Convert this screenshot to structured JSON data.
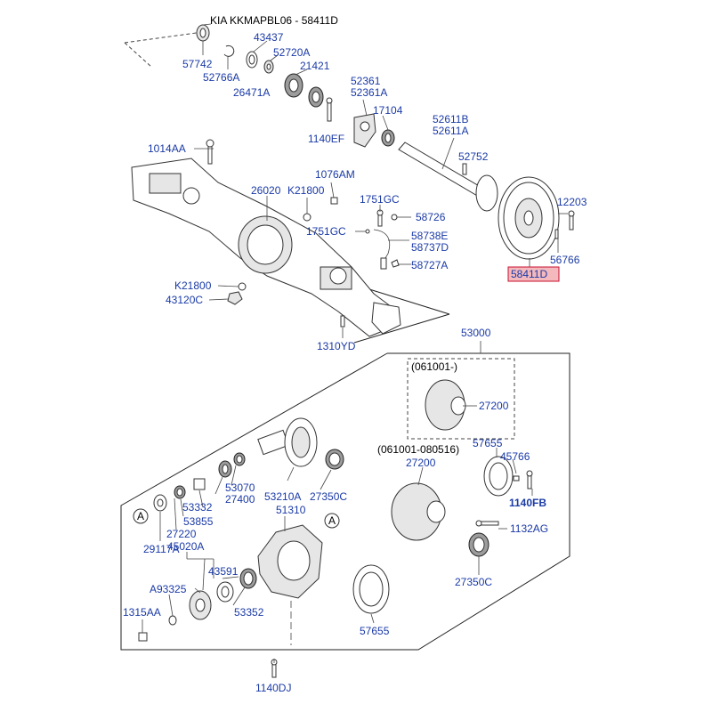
{
  "header": {
    "title": "KIA KKMAPBL06 - 58411D"
  },
  "colors": {
    "label": "#1a3aa6",
    "highlight_fill": "#f3b9bd",
    "highlight_border": "#c8102e"
  },
  "labels": {
    "p57742": "57742",
    "p52766A": "52766A",
    "p43437": "43437",
    "p52720A": "52720A",
    "p21421": "21421",
    "p26471A": "26471A",
    "p52361": "52361",
    "p52361A": "52361A",
    "p17104": "17104",
    "p1140EF": "1140EF",
    "p52611B": "52611B",
    "p52611A": "52611A",
    "p52752": "52752",
    "p1014AA": "1014AA",
    "p1076AM": "1076AM",
    "p26020": "26020",
    "pK21800a": "K21800",
    "p1751GCa": "1751GC",
    "p1751GCb": "1751GC",
    "p58726": "58726",
    "p58738E": "58738E",
    "p58737D": "58737D",
    "p58727A": "58727A",
    "p12203": "12203",
    "p56766": "56766",
    "p58411D": "58411D",
    "pK21800b": "K21800",
    "p43120C": "43120C",
    "p1310YD": "1310YD",
    "p53000": "53000",
    "p061001": "(061001-)",
    "p27200a": "27200",
    "p061001_080516": "(061001-080516)",
    "p27200b": "27200",
    "p57655a": "57655",
    "p45766": "45766",
    "p1140FB": "1140FB",
    "p53070": "53070",
    "p27400": "27400",
    "p53210A": "53210A",
    "p27350Ca": "27350C",
    "p53332": "53332",
    "p53855": "53855",
    "p27220": "27220",
    "p29117A": "29117A",
    "p51310": "51310",
    "p45020A": "45020A",
    "p43591": "43591",
    "pA93325": "A93325",
    "p53352": "53352",
    "p1315AA": "1315AA",
    "p1132AG": "1132AG",
    "p27350Cb": "27350C",
    "p57655b": "57655",
    "p1140DJ": "1140DJ",
    "refA1": "A",
    "refA2": "A"
  }
}
